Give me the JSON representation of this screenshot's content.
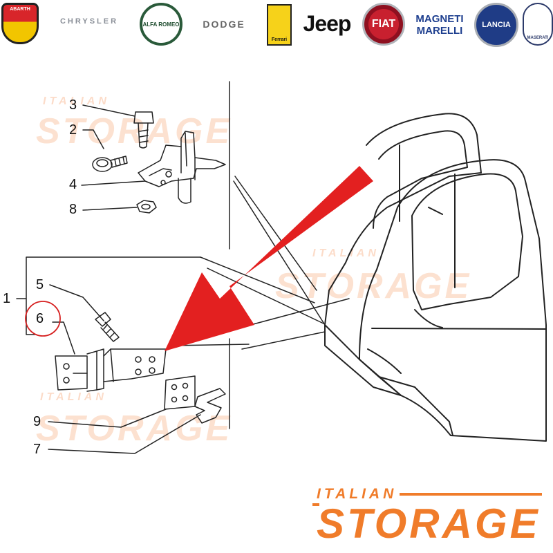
{
  "logos": [
    {
      "name": "abarth-logo",
      "text": "ABARTH"
    },
    {
      "name": "chrysler-logo",
      "text": "CHRYSLER"
    },
    {
      "name": "alfa-romeo-logo",
      "text": "ALFA ROMEO"
    },
    {
      "name": "dodge-logo",
      "text": "DODGE"
    },
    {
      "name": "ferrari-logo",
      "text": "Ferrari"
    },
    {
      "name": "jeep-logo",
      "text": "Jeep"
    },
    {
      "name": "fiat-logo",
      "text": "FIAT"
    },
    {
      "name": "magneti-marelli-logo",
      "text": "MAGNETI MARELLI"
    },
    {
      "name": "lancia-logo",
      "text": "LANCIA"
    },
    {
      "name": "maserati-logo",
      "text": "MASERATI"
    }
  ],
  "callouts": [
    "1",
    "2",
    "3",
    "4",
    "5",
    "6",
    "7",
    "8",
    "9"
  ],
  "highlight_callout": "6",
  "watermark": {
    "small": "ITALIAN",
    "big": "STORAGE"
  },
  "brand": {
    "small": "ITALIAN",
    "big": "STORAGE",
    "color": "#f07c2a"
  },
  "colors": {
    "line": "#222222",
    "arrow": "#e32020",
    "highlight_circle": "#d61f1f",
    "watermark": "#f3823c"
  }
}
